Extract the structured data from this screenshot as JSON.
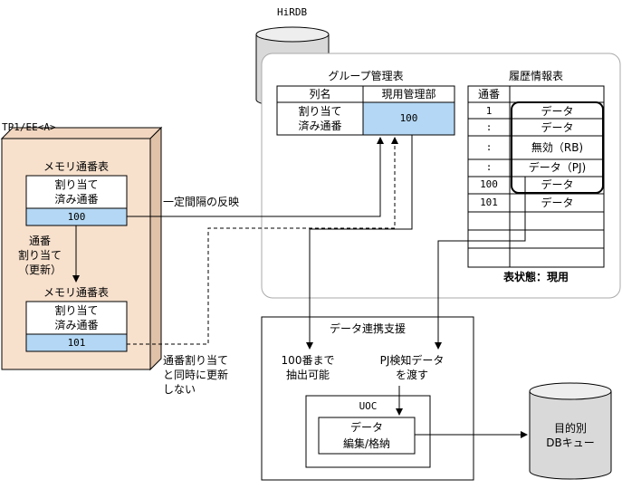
{
  "hirdb": {
    "label": "HiRDB",
    "group_table": {
      "title": "グループ管理表",
      "col_headers": [
        "列名",
        "現用管理部"
      ],
      "row_label": [
        "割り当て",
        "済み通番"
      ],
      "row_value": "100"
    },
    "history_table": {
      "title": "履歴情報表",
      "col_header": "通番",
      "rows": [
        {
          "no": "1",
          "data": "データ"
        },
        {
          "no": ":",
          "data": "データ"
        },
        {
          "no": ":",
          "data": "無効（RB)"
        },
        {
          "no": ":",
          "data": "データ（PJ)"
        },
        {
          "no": "100",
          "data": "データ"
        },
        {
          "no": "101",
          "data": "データ"
        }
      ],
      "status": "表状態：現用"
    }
  },
  "tp1": {
    "label": "TP1/EE<A>",
    "memory_table_1": {
      "title": "メモリ通番表",
      "label": [
        "割り当て",
        "済み通番"
      ],
      "value": "100"
    },
    "assign_note": [
      "通番",
      "割り当て",
      "（更新）"
    ],
    "memory_table_2": {
      "title": "メモリ通番表",
      "label": [
        "割り当て",
        "済み通番"
      ],
      "value": "101"
    }
  },
  "annotations": {
    "periodic": "一定間隔の反映",
    "not_updated": [
      "通番割り当て",
      "と同時に更新",
      "しない"
    ]
  },
  "integration": {
    "title": "データ連携支援",
    "extract": [
      "100番まで",
      "抽出可能"
    ],
    "pj_pass": [
      "PJ検知データ",
      "を渡す"
    ],
    "uoc_label": "UOC",
    "uoc_box": [
      "データ",
      "編集/格納"
    ]
  },
  "target_db": {
    "label": [
      "目的別",
      "DBキュー"
    ]
  },
  "colors": {
    "highlight_blue": "#b3d7f4",
    "tp1_fill": "#f7e0cc",
    "tp1_side": "#e0c2a8",
    "cylinder_fill": "#d9d9d9"
  }
}
